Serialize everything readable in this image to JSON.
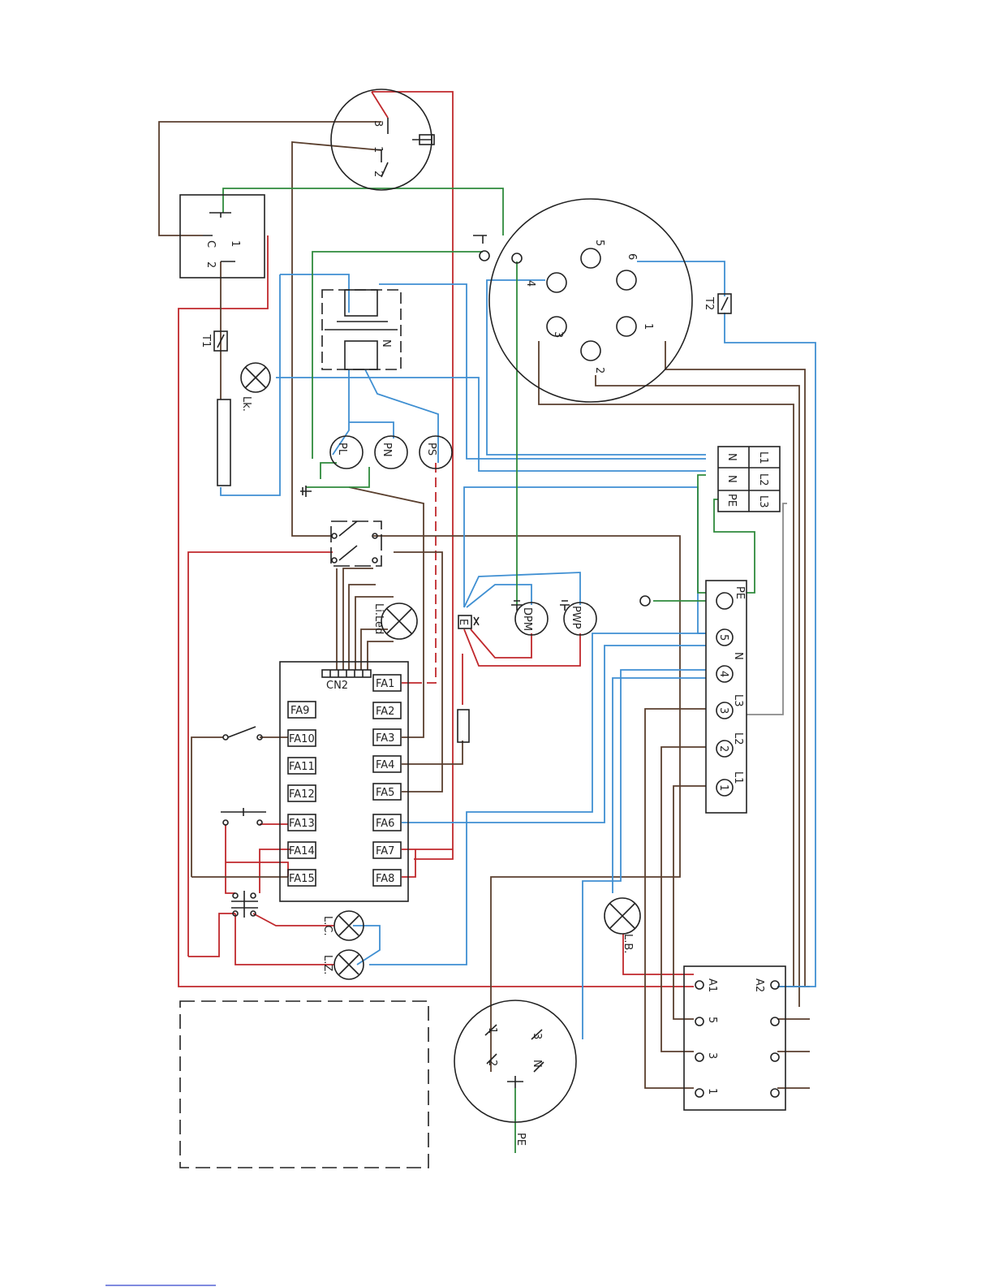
{
  "colors": {
    "brown": "#5a3f2e",
    "red": "#c0282c",
    "blue": "#3f8fd2",
    "green": "#2f8a3c",
    "grey": "#8a8a8a",
    "black": "#222222",
    "link": "#3344cc"
  },
  "fuse_terminals_left": [
    "FA9",
    "FA10",
    "FA11",
    "FA12",
    "FA13",
    "FA14",
    "FA15"
  ],
  "fuse_terminals_right": [
    "FA1",
    "FA2",
    "FA3",
    "FA4",
    "FA5",
    "FA6",
    "FA7",
    "FA8"
  ],
  "controller": {
    "connector": "CN2"
  },
  "components": {
    "lamp_lk": "Lk.",
    "lamp_led": "Li.Led",
    "lamp_lc": "L.C.",
    "lamp_lz": "L.Z.",
    "lamp_lb": "L.B.",
    "pressostat_pl": "PL",
    "pressostat_pn": "PN",
    "pressostat_ps": "PS",
    "pump_dpm": "DPM",
    "pump_pwp": "PWP",
    "valve_e": "E",
    "thermostat_t1": "T1",
    "thermostat_t2": "T2"
  },
  "pressure_switch": {
    "pins": [
      "3",
      "1",
      "2"
    ]
  },
  "selector_switch": {
    "labels": [
      "C",
      "1",
      "2"
    ]
  },
  "motor_connector": {
    "pins": [
      "1",
      "2",
      "3",
      "4",
      "5",
      "6"
    ]
  },
  "power_terminal": {
    "pins": [
      "L1",
      "L2",
      "L3",
      "N",
      "N",
      "PE"
    ],
    "vertical_labels": [
      "L1",
      "L2",
      "L3",
      "N"
    ],
    "earth": "PE"
  },
  "terminal_strip": {
    "terminals": [
      "PE",
      "5",
      "4",
      "3",
      "2",
      "1"
    ],
    "line_labels": [
      "N",
      "L3",
      "L2",
      "L1"
    ]
  },
  "contactor": {
    "left_pins": [
      "A1",
      "5",
      "3",
      "1"
    ],
    "right_pins": [
      "A2"
    ]
  },
  "mains_plug": {
    "pins": [
      "1",
      "2",
      "3",
      "N"
    ],
    "earth": "PE"
  },
  "heater_switch": {
    "label": "N"
  }
}
